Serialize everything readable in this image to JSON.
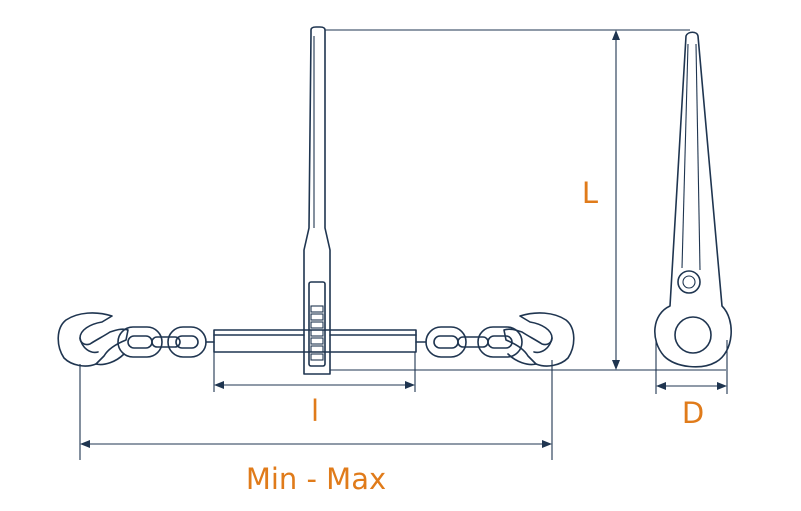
{
  "labels": {
    "length": "L",
    "small_length": "l",
    "diameter": "D",
    "range": "Min - Max"
  },
  "colors": {
    "line": "#1f3550",
    "label": "#e07b1a",
    "background": "#ffffff"
  }
}
